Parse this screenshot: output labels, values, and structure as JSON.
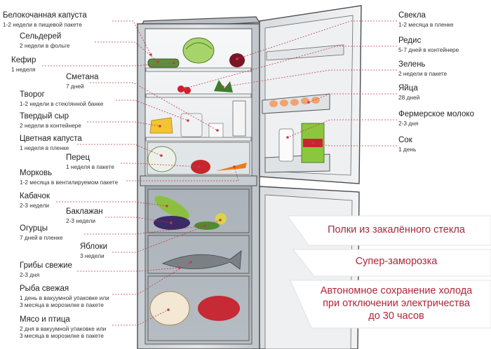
{
  "colors": {
    "accent": "#b0253a",
    "leader": "#c23a4c",
    "body": "#d4d8db",
    "outline": "#4c4c4c",
    "inside": "#f1f3f4",
    "freezer": "#a9b0b7"
  },
  "left_labels": [
    {
      "name": "Белокочанная капуста",
      "detail": "1-2 недели в пищевой пакете"
    },
    {
      "name": "Сельдерей",
      "detail": "2 недели в фольге"
    },
    {
      "name": "Кефир",
      "detail": "1 неделя"
    },
    {
      "name": "Сметана",
      "detail": "7 дней"
    },
    {
      "name": "Творог",
      "detail": "1-2 недели в стеклянной банке"
    },
    {
      "name": "Твердый сыр",
      "detail": "2 недели в контейнере"
    },
    {
      "name": "Цветная капуста",
      "detail": "1 неделя в пленке"
    },
    {
      "name": "Перец",
      "detail": "1 неделя в пакете"
    },
    {
      "name": "Морковь",
      "detail": "1-2 месяца в вентилируемом пакете"
    },
    {
      "name": "Кабачок",
      "detail": "2-3 недели"
    },
    {
      "name": "Баклажан",
      "detail": "2-3 недели"
    },
    {
      "name": "Огурцы",
      "detail": "7 дней в пленке"
    },
    {
      "name": "Яблоки",
      "detail": "3 недели"
    },
    {
      "name": "Грибы свежие",
      "detail": "2-3 дня"
    },
    {
      "name": "Рыба свежая",
      "detail": "1 день в вакуумной упаковке или",
      "detail2": "3 месяца в морозилке в пакете"
    },
    {
      "name": "Мясо и птица",
      "detail": "2 дня в вакуумной упаковке или",
      "detail2": "3 месяца в морозилке в пакете"
    }
  ],
  "right_labels": [
    {
      "name": "Свекла",
      "detail": "1-2 месяца в пленке"
    },
    {
      "name": "Редис",
      "detail": "5-7 дней в контейнере"
    },
    {
      "name": "Зелень",
      "detail": "2 недели в пакете"
    },
    {
      "name": "Яйца",
      "detail": "28 дней"
    },
    {
      "name": "Фермерское молоко",
      "detail": "2-3 дня"
    },
    {
      "name": "Сок",
      "detail": "1 день"
    }
  ],
  "features": [
    {
      "lines": [
        "Полки из закалённого стекла"
      ]
    },
    {
      "lines": [
        "Супер-заморозка"
      ]
    },
    {
      "lines": [
        "Автономное сохранение холода",
        "при отключении электричества",
        "до 30 часов"
      ]
    }
  ]
}
